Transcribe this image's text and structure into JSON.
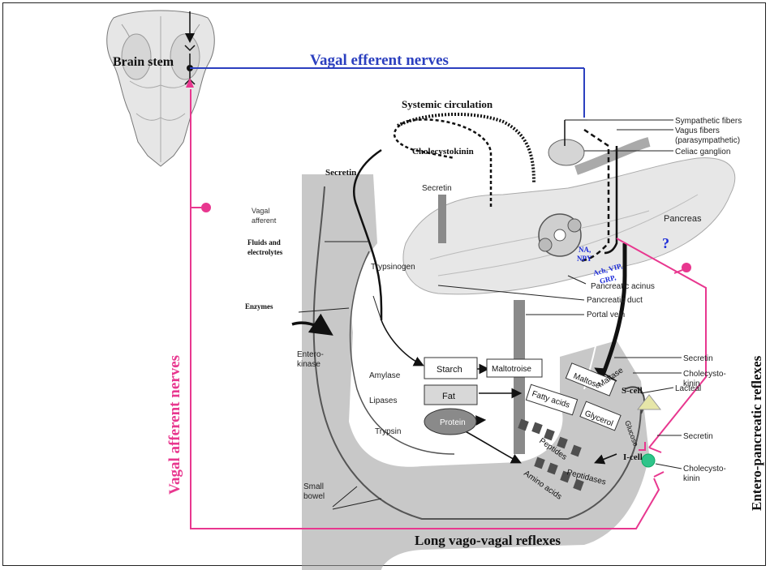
{
  "colors": {
    "magenta": "#e8378f",
    "blue": "#2b3fbf",
    "label_blue": "#1c2bd8",
    "gray_dark": "#4a4a4a",
    "gray_mid": "#8d8d8d",
    "gray_light": "#d9d9d9",
    "scell": "#e6e6a8",
    "icell": "#2fc48a"
  },
  "titles": {
    "brain_stem": "Brain stem",
    "vagal_efferent": "Vagal efferent nerves",
    "vagal_afferent": "Vagal afferent nerves",
    "entero_pancreatic": "Entero-pancreatic reflexes",
    "long_vago_vagal": "Long vago-vagal reflexes"
  },
  "labels": {
    "systemic_circulation": "Systemic circulation",
    "cholecystokinin_top": "Cholecystokinin",
    "secretin_left": "Secretin",
    "secretin_vessel": "Secretin",
    "vagal_afferent_small": [
      "Vagal",
      "afferent"
    ],
    "fluids": [
      "Fluids and",
      "electrolytes"
    ],
    "enzymes": "Enzymes",
    "trypsinogen": "Trypsinogen",
    "enterokinase": [
      "Entero-",
      "kinase"
    ],
    "amylase": "Amylase",
    "lipases": "Lipases",
    "trypsin": "Trypsin",
    "small_bowel": [
      "Small",
      "bowel"
    ],
    "starch": "Starch",
    "fat": "Fat",
    "protein": "Protein",
    "maltotroise": "Maltotroise",
    "maltose": "Maltose",
    "maltase": "Maltase",
    "fatty_acids": "Fatty acids",
    "glycerol": "Glycerol",
    "glucose": "Glucose",
    "peptides": "Peptides",
    "amino_acids": "Amino acids",
    "peptidases": "Peptidases",
    "sympathetic": "Sympathetic fibers",
    "vagus_fibers": [
      "Vagus fibers",
      "(parasympathetic)"
    ],
    "celiac": "Celiac ganglion",
    "pancreas": "Pancreas",
    "question": "?",
    "na_npy": [
      "NA,",
      "NPY"
    ],
    "ach": [
      "Ach, VIP,",
      "GRP,"
    ],
    "pancreatic_acinus": "Pancreatic acinus",
    "pancreatic_duct": "Pancreatic duct",
    "portal_vein": "Portal vein",
    "secretin_right1": "Secretin",
    "cholecystokinin_right1": [
      "Cholecysto-",
      "kinin"
    ],
    "lacteal": "Lacteal",
    "scell": "S-cell",
    "icell": "I-cell",
    "secretin_right2": "Secretin",
    "cholecystokinin_right2": [
      "Cholecysto-",
      "kinin"
    ]
  }
}
